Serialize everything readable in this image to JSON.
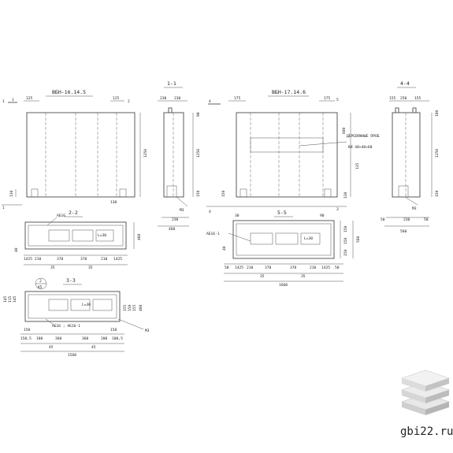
{
  "views": {
    "elev1": {
      "title": "ВБН-16.14.5",
      "dims": {
        "top_left": "125",
        "top_right": "125",
        "height": "1350",
        "bot_left": "130",
        "bot_right": "130"
      },
      "section_marks": {
        "a": "1",
        "b": "1",
        "c": "2"
      }
    },
    "sec1": {
      "title": "1-1",
      "dims": {
        "t1": "230",
        "t2": "230",
        "right_top": "90",
        "height": "1350",
        "bot": "150",
        "w1": "230",
        "w2": "460",
        "bolt": "М3"
      }
    },
    "elev2": {
      "title": "ВБН-17.14.6",
      "dims": {
        "top_left": "175",
        "top_right": "175",
        "height_a": "600",
        "height_b": "135",
        "bot_left": "150",
        "bot_right": "130"
      },
      "section_marks": {
        "a": "4",
        "b": "5",
        "c": "3"
      },
      "note_line1": "ДЕРЕВЯННЫЕ ПРОБ",
      "note_line2": "КИ 40×40×60"
    },
    "sec4": {
      "title": "4-4",
      "dims": {
        "t1": "155",
        "t2": "250",
        "t3": "155",
        "right_top": "180",
        "height": "1350",
        "bot": "150",
        "w1": "230",
        "w2": "560",
        "side": "50",
        "bolt": "М3"
      }
    },
    "sec2": {
      "title": "2-2",
      "label": "АБ16",
      "window": "L=30",
      "dims": {
        "d1": "1425",
        "d2": "210",
        "d3": "370",
        "d4": "370",
        "d5": "210",
        "d6": "1425",
        "sub1": "35",
        "sub2": "35",
        "h1": "460",
        "h2": "40"
      }
    },
    "sec5": {
      "title": "5-5",
      "label": "АБ16-1",
      "window": "L=30",
      "dims": {
        "d0": "50",
        "d1": "1425",
        "d2": "210",
        "d3": "370",
        "d4": "370",
        "d5": "210",
        "d6": "1425",
        "d7": "50",
        "sub1": "35",
        "sub2": "35",
        "total": "1660",
        "v1": "150",
        "v2": "150",
        "v3": "150",
        "h": "560",
        "v4": "40",
        "top_a": "30",
        "top_b": "90"
      }
    },
    "sec3": {
      "title": "3-3",
      "callout_top": "2",
      "callout_bot": "К5",
      "window": "L=30",
      "note": "АБ16 ; АБ16-1",
      "bolt": "М3",
      "dims": {
        "s1": "150",
        "s2": "150",
        "d1": "150,5",
        "d2": "180",
        "d3": "360",
        "d4": "360",
        "d5": "200",
        "d6": "100,5",
        "sub1": "45",
        "sub2": "45",
        "total": "1560",
        "v1": "145",
        "v2": "115",
        "v3": "145",
        "r1": "155",
        "r2": "150",
        "r3": "155",
        "h": "460"
      }
    }
  },
  "watermark": {
    "text": "gbi22.ru"
  }
}
